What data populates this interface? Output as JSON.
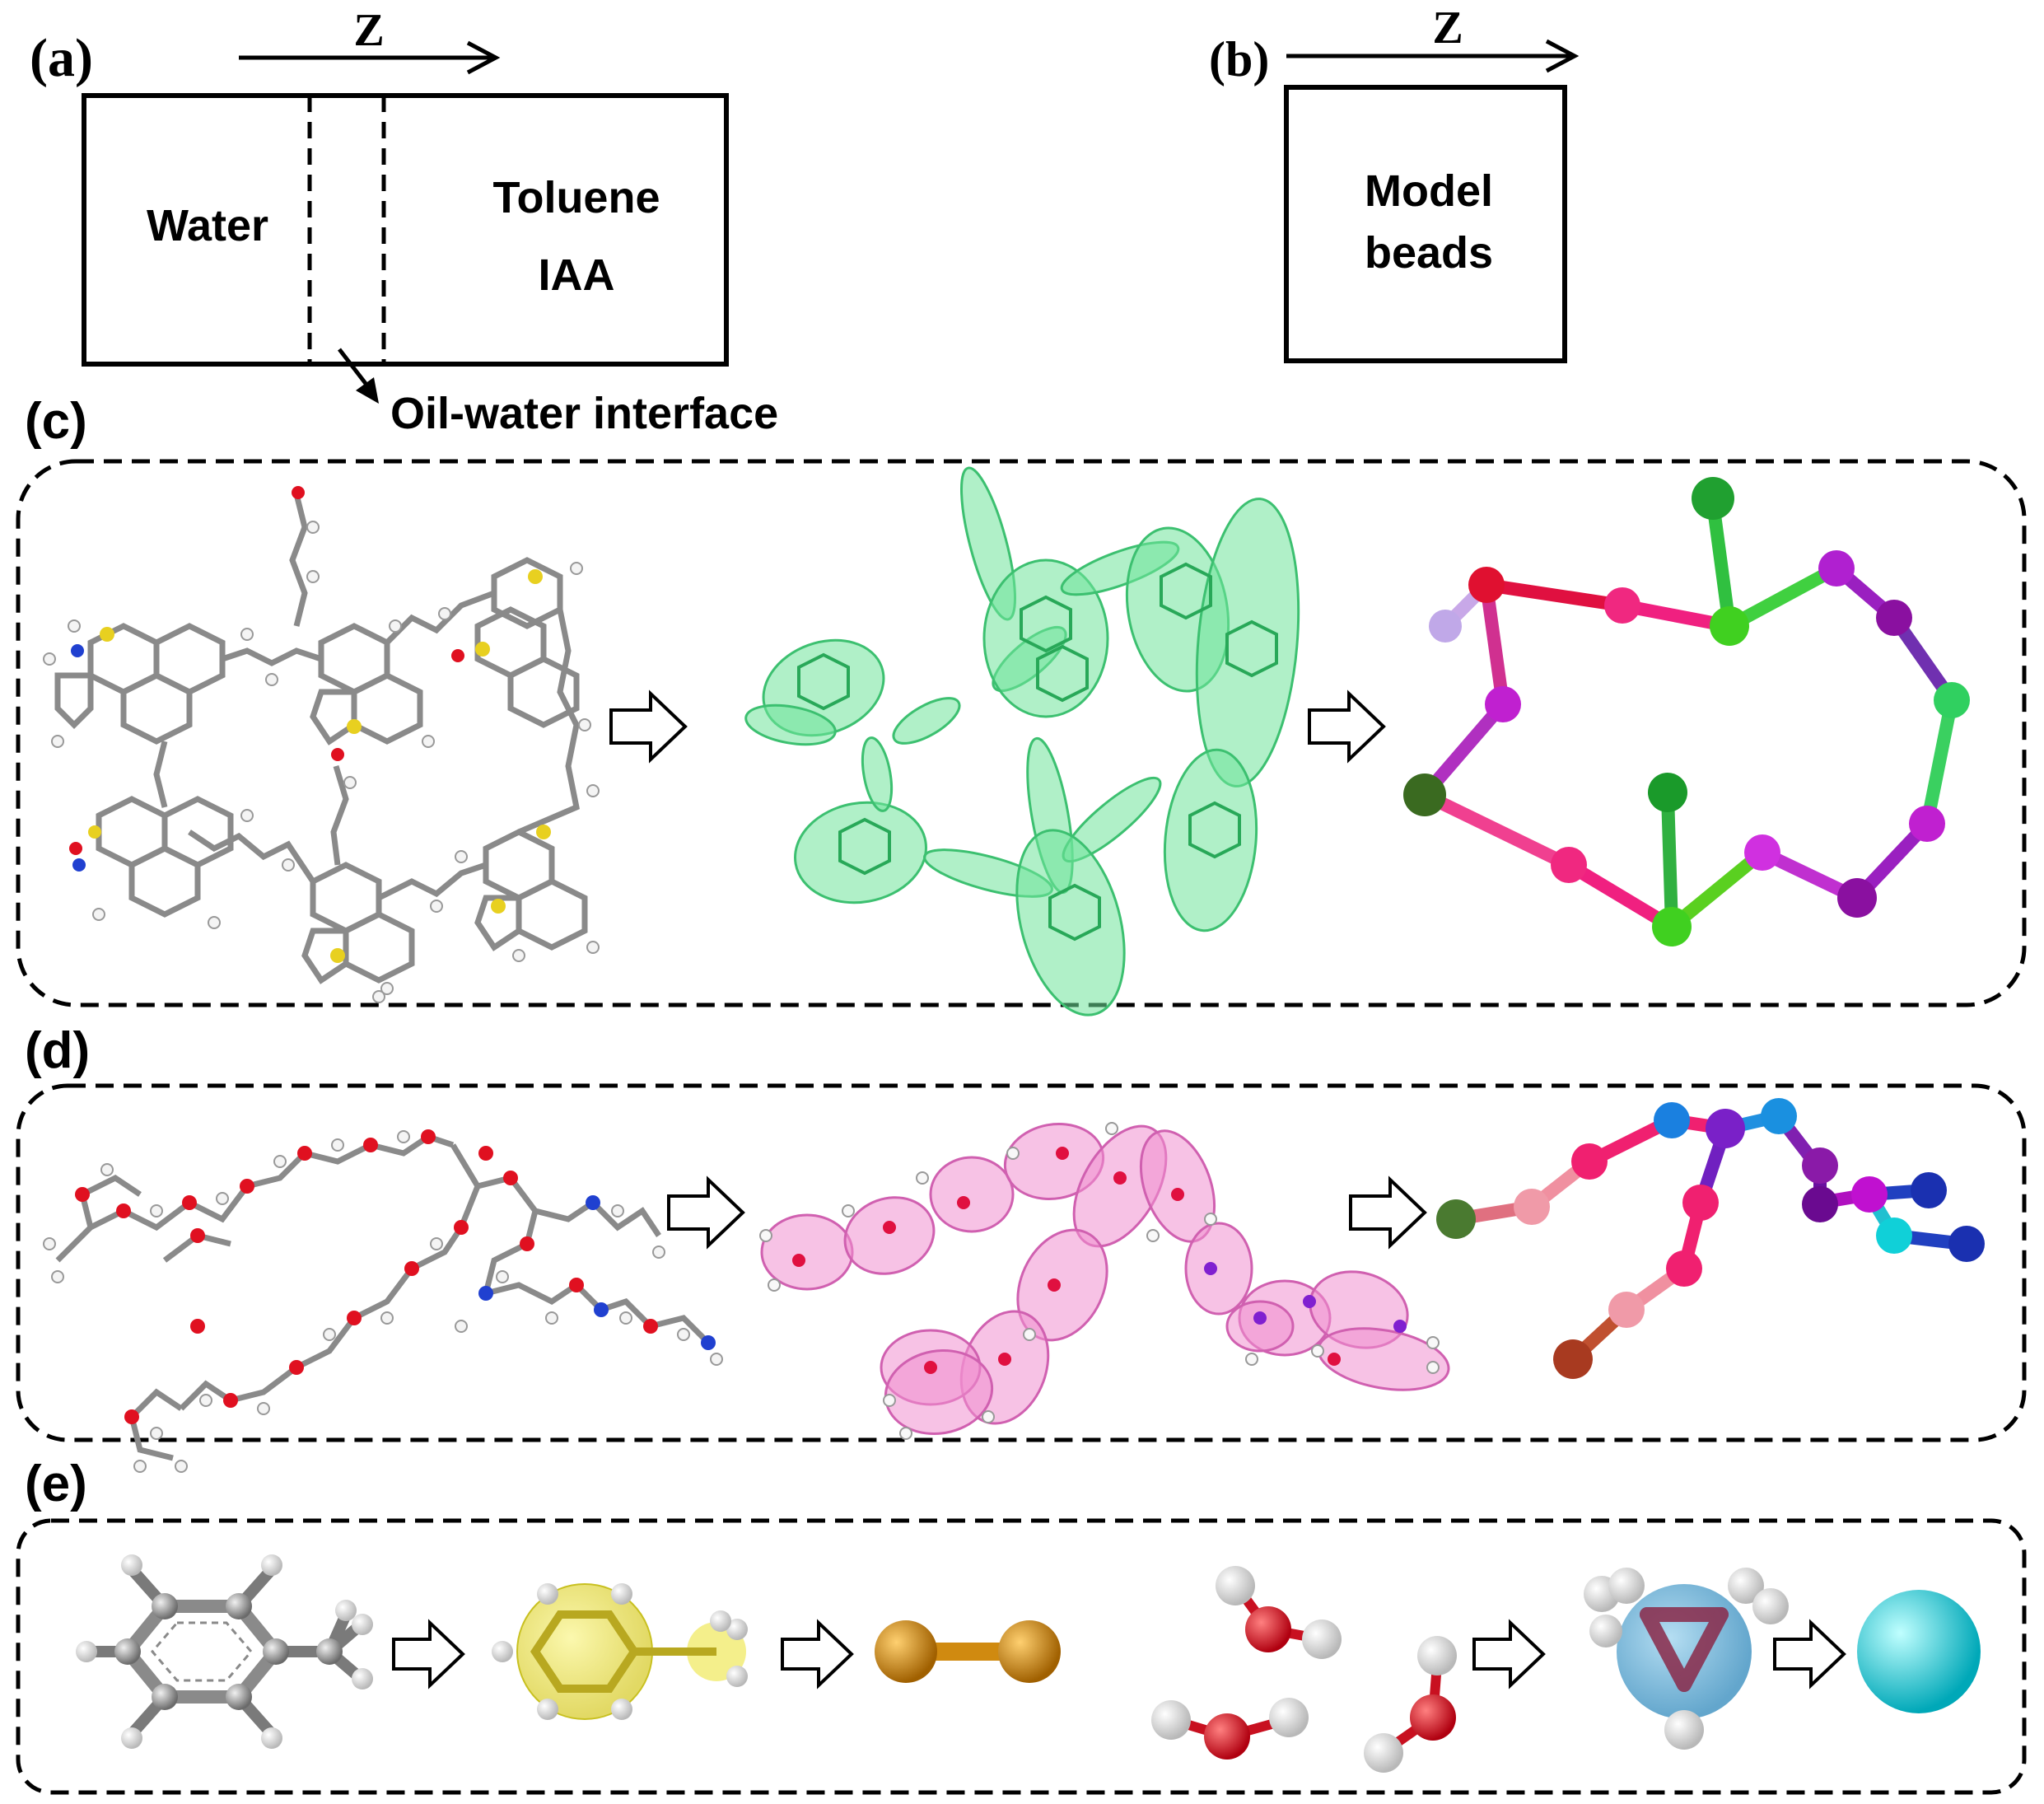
{
  "panel_a": {
    "label": "(a)",
    "axis": "Z",
    "left_region": "Water",
    "right_region_line1": "Toluene",
    "right_region_line2": "IAA",
    "interface_label": "Oil-water interface"
  },
  "panel_b": {
    "label": "(b)",
    "axis": "Z",
    "box_line1": "Model",
    "box_line2": "beads"
  },
  "panel_c": {
    "label": "(c)"
  },
  "panel_d": {
    "label": "(d)"
  },
  "panel_e": {
    "label": "(e)"
  },
  "colors": {
    "carbon": "#8a8a8a",
    "hydrogen": "#e8e8e8",
    "oxygen": "#e01020",
    "sulfur": "#e8d020",
    "nitrogen": "#2040d0",
    "cg_green_ellipse": "#6fe39a",
    "cg_pink_ellipse": "#f08fd0",
    "toluene_bead": "#d08a10",
    "toluene_sphere": "#f0e85a",
    "water_bead": "#00e0e8",
    "water_sphere": "#5ab8e0"
  }
}
